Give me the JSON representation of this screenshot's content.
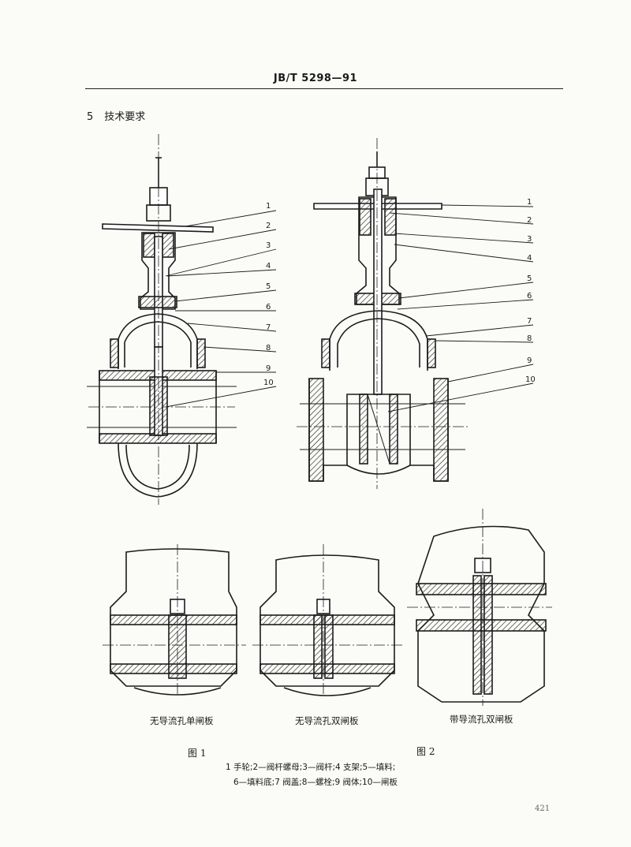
{
  "header": {
    "standard_code": "JB/T 5298—91"
  },
  "section": {
    "number": "5",
    "title": "技术要求"
  },
  "figure1": {
    "callouts": [
      "1",
      "2",
      "3",
      "4",
      "5",
      "6",
      "7",
      "8",
      "9",
      "10"
    ],
    "label": "图 1"
  },
  "figure2": {
    "callouts": [
      "1",
      "2",
      "3",
      "4",
      "5",
      "6",
      "7",
      "8",
      "9",
      "10"
    ],
    "label": "图 2"
  },
  "details": {
    "left": "无导流孔单闸板",
    "middle": "无导流孔双闸板",
    "right": "带导流孔双闸板"
  },
  "legend": {
    "line1": "1  手轮;2—阀杆螺母;3—阀杆;4  支架;5—填料;",
    "line2": "6—填料底;7  阀盖;8—螺栓;9  阀体;10—闸板"
  },
  "page_number": "421"
}
